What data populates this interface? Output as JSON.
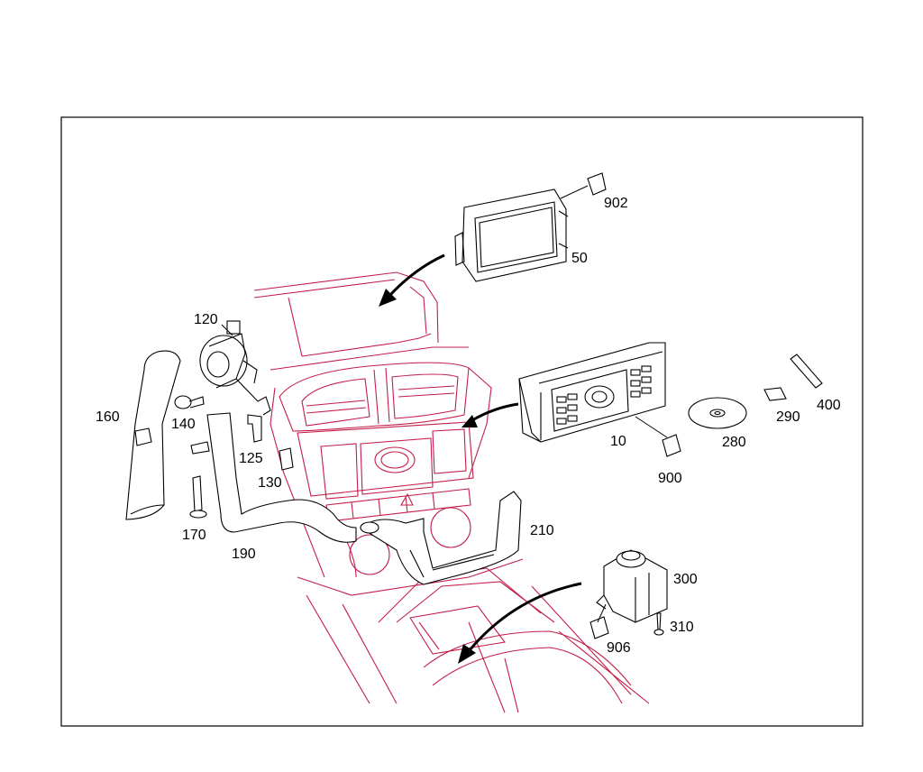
{
  "colors": {
    "frame": "#000000",
    "dashboard_lines": "#c41e4a",
    "parts": "#000000"
  },
  "parts": [
    {
      "id": "p902",
      "label": "902"
    },
    {
      "id": "p50",
      "label": "50"
    },
    {
      "id": "p120",
      "label": "120"
    },
    {
      "id": "p160",
      "label": "160"
    },
    {
      "id": "p140",
      "label": "140"
    },
    {
      "id": "p125",
      "label": "125"
    },
    {
      "id": "p130",
      "label": "130"
    },
    {
      "id": "p170",
      "label": "170"
    },
    {
      "id": "p190",
      "label": "190"
    },
    {
      "id": "p210",
      "label": "210"
    },
    {
      "id": "p10",
      "label": "10"
    },
    {
      "id": "p900",
      "label": "900"
    },
    {
      "id": "p280",
      "label": "280"
    },
    {
      "id": "p290",
      "label": "290"
    },
    {
      "id": "p400",
      "label": "400"
    },
    {
      "id": "p300",
      "label": "300"
    },
    {
      "id": "p310",
      "label": "310"
    },
    {
      "id": "p906",
      "label": "906"
    }
  ]
}
